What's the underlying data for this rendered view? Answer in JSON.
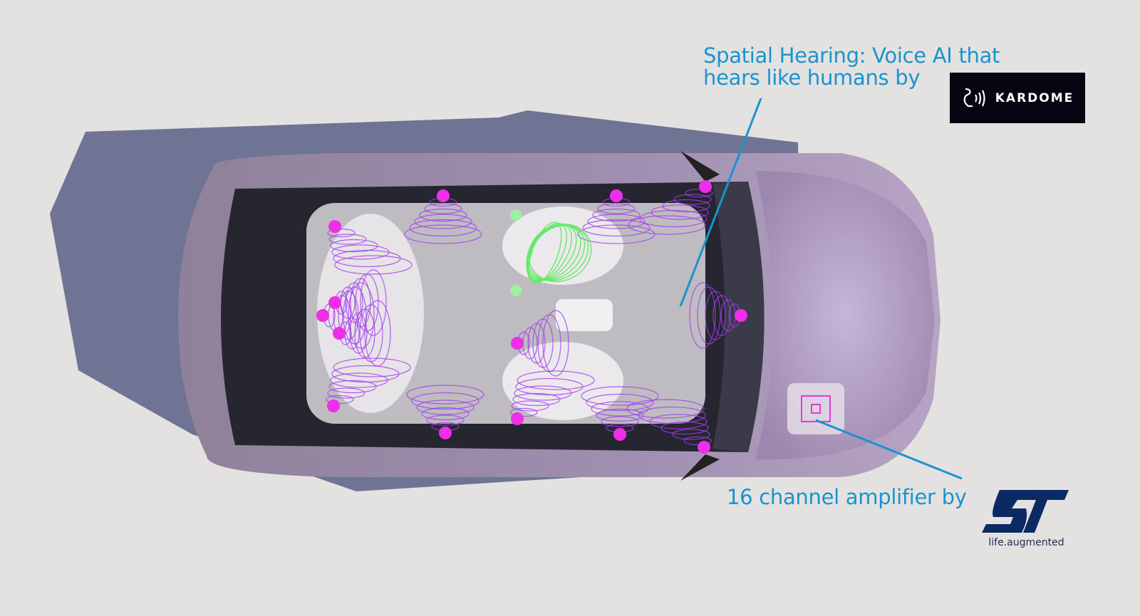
{
  "captions": {
    "spatial_hearing": "Spatial Hearing: Voice AI that hears like humans by",
    "amplifier": "16 channel amplifier by"
  },
  "logos": {
    "kardome": {
      "name": "KARDOME",
      "icon": "kardome-ear-waves-icon"
    },
    "st": {
      "name": "ST",
      "tagline": "life.augmented"
    }
  },
  "colors": {
    "background": "#e4e2e0",
    "caption_blue": "#1a93cf",
    "speaker_magenta": "#ee2ee8",
    "wave_purple": "#a43cf0",
    "microphone_green": "#66e86a",
    "car_body": "#a792b0",
    "kardome_bg": "#060612",
    "st_navy": "#0b2a63"
  },
  "counts": {
    "amplifier_channels": 16
  }
}
